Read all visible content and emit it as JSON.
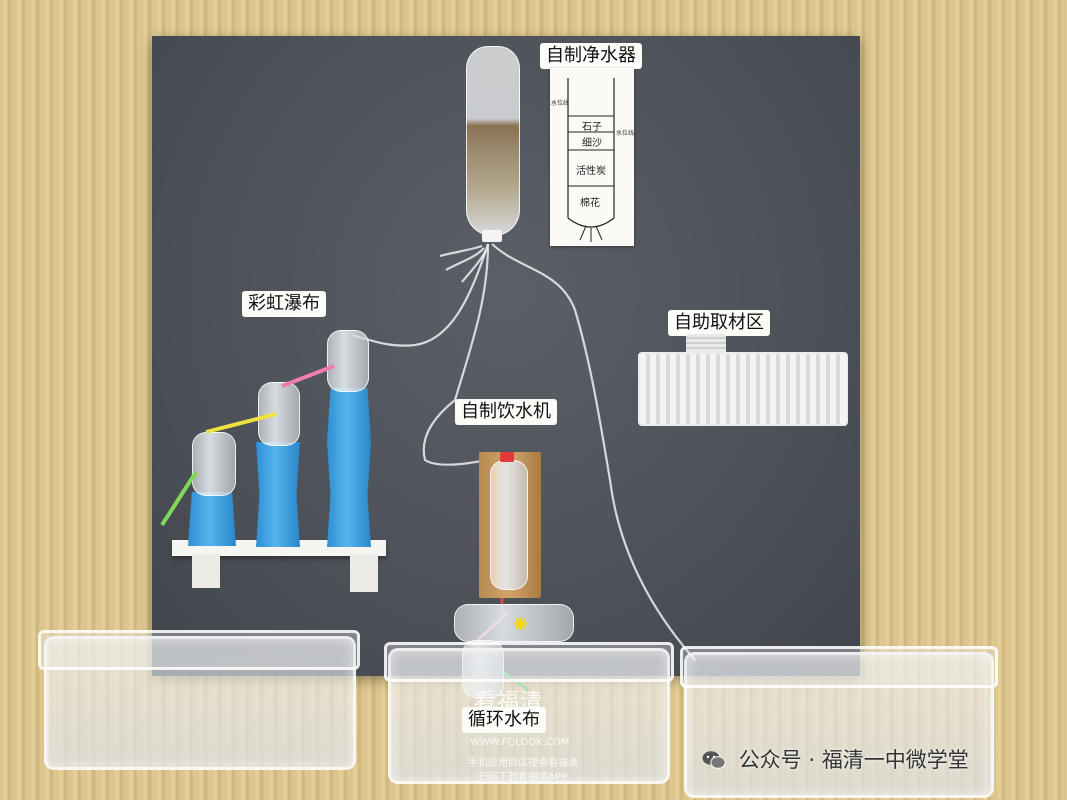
{
  "labels": {
    "purifier": "自制净水器",
    "rainbow_falls": "彩虹瀑布",
    "self_service": "自助取材区",
    "drinking_fountain": "自制饮水机",
    "cycle_falls": "循环水布"
  },
  "purifier_chart": {
    "layers": [
      "石子",
      "细沙",
      "活性炭",
      "棉花"
    ],
    "side_note": "水位线"
  },
  "watermark": {
    "brand": "看福清",
    "site": "WWW.FQLOOK.COM",
    "line1": "手机应用商店搜索看福清",
    "line2": "扫码下载看福清APP"
  },
  "account": {
    "icon": "wechat-icon",
    "name": "公众号 · 福清一中微学堂"
  }
}
